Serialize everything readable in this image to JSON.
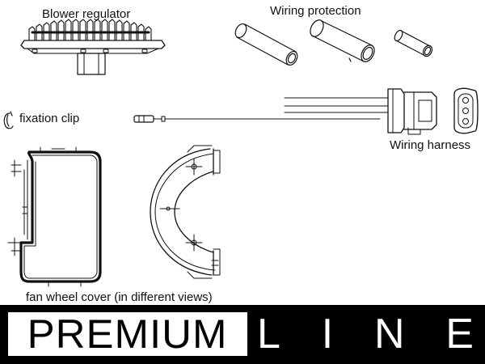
{
  "labels": {
    "blower_regulator": "Blower regulator",
    "wiring_protection": "Wiring protection",
    "fixation_clip": "fixation clip",
    "wiring_harness": "Wiring harness",
    "fan_wheel_cover": "fan wheel cover (in different views)"
  },
  "banner": {
    "premium": "PREMIUM",
    "line_letters": [
      "L",
      "I",
      "N",
      "E"
    ],
    "colors": {
      "background": "#000000",
      "box": "#ffffff"
    }
  },
  "icons": {
    "blower_regulator": "blower-regulator-drawing",
    "wiring_protection": "sleeve-tube-drawing",
    "fixation_clip": "clip-drawing",
    "wiring_harness": "connector-harness-drawing",
    "fan_wheel_cover": "fan-cover-drawing"
  }
}
